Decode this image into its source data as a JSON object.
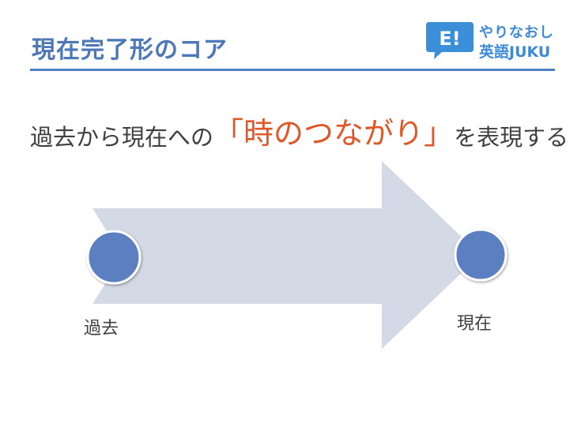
{
  "slide": {
    "title": "現在完了形のコア"
  },
  "logo": {
    "mark": "E!",
    "line1": "やりなおし",
    "line2": "英語JUKU",
    "badge_color": "#3a8fd8"
  },
  "subtitle": {
    "before": "過去から現在への",
    "bracket_open": "「",
    "highlight": "時のつながり",
    "bracket_close": "」",
    "after": "を表現する",
    "highlight_color": "#e0582a"
  },
  "timeline": {
    "start_label": "過去",
    "end_label": "現在",
    "arrow_color": "#d3dae6",
    "node_color": "#5b7fc2"
  }
}
